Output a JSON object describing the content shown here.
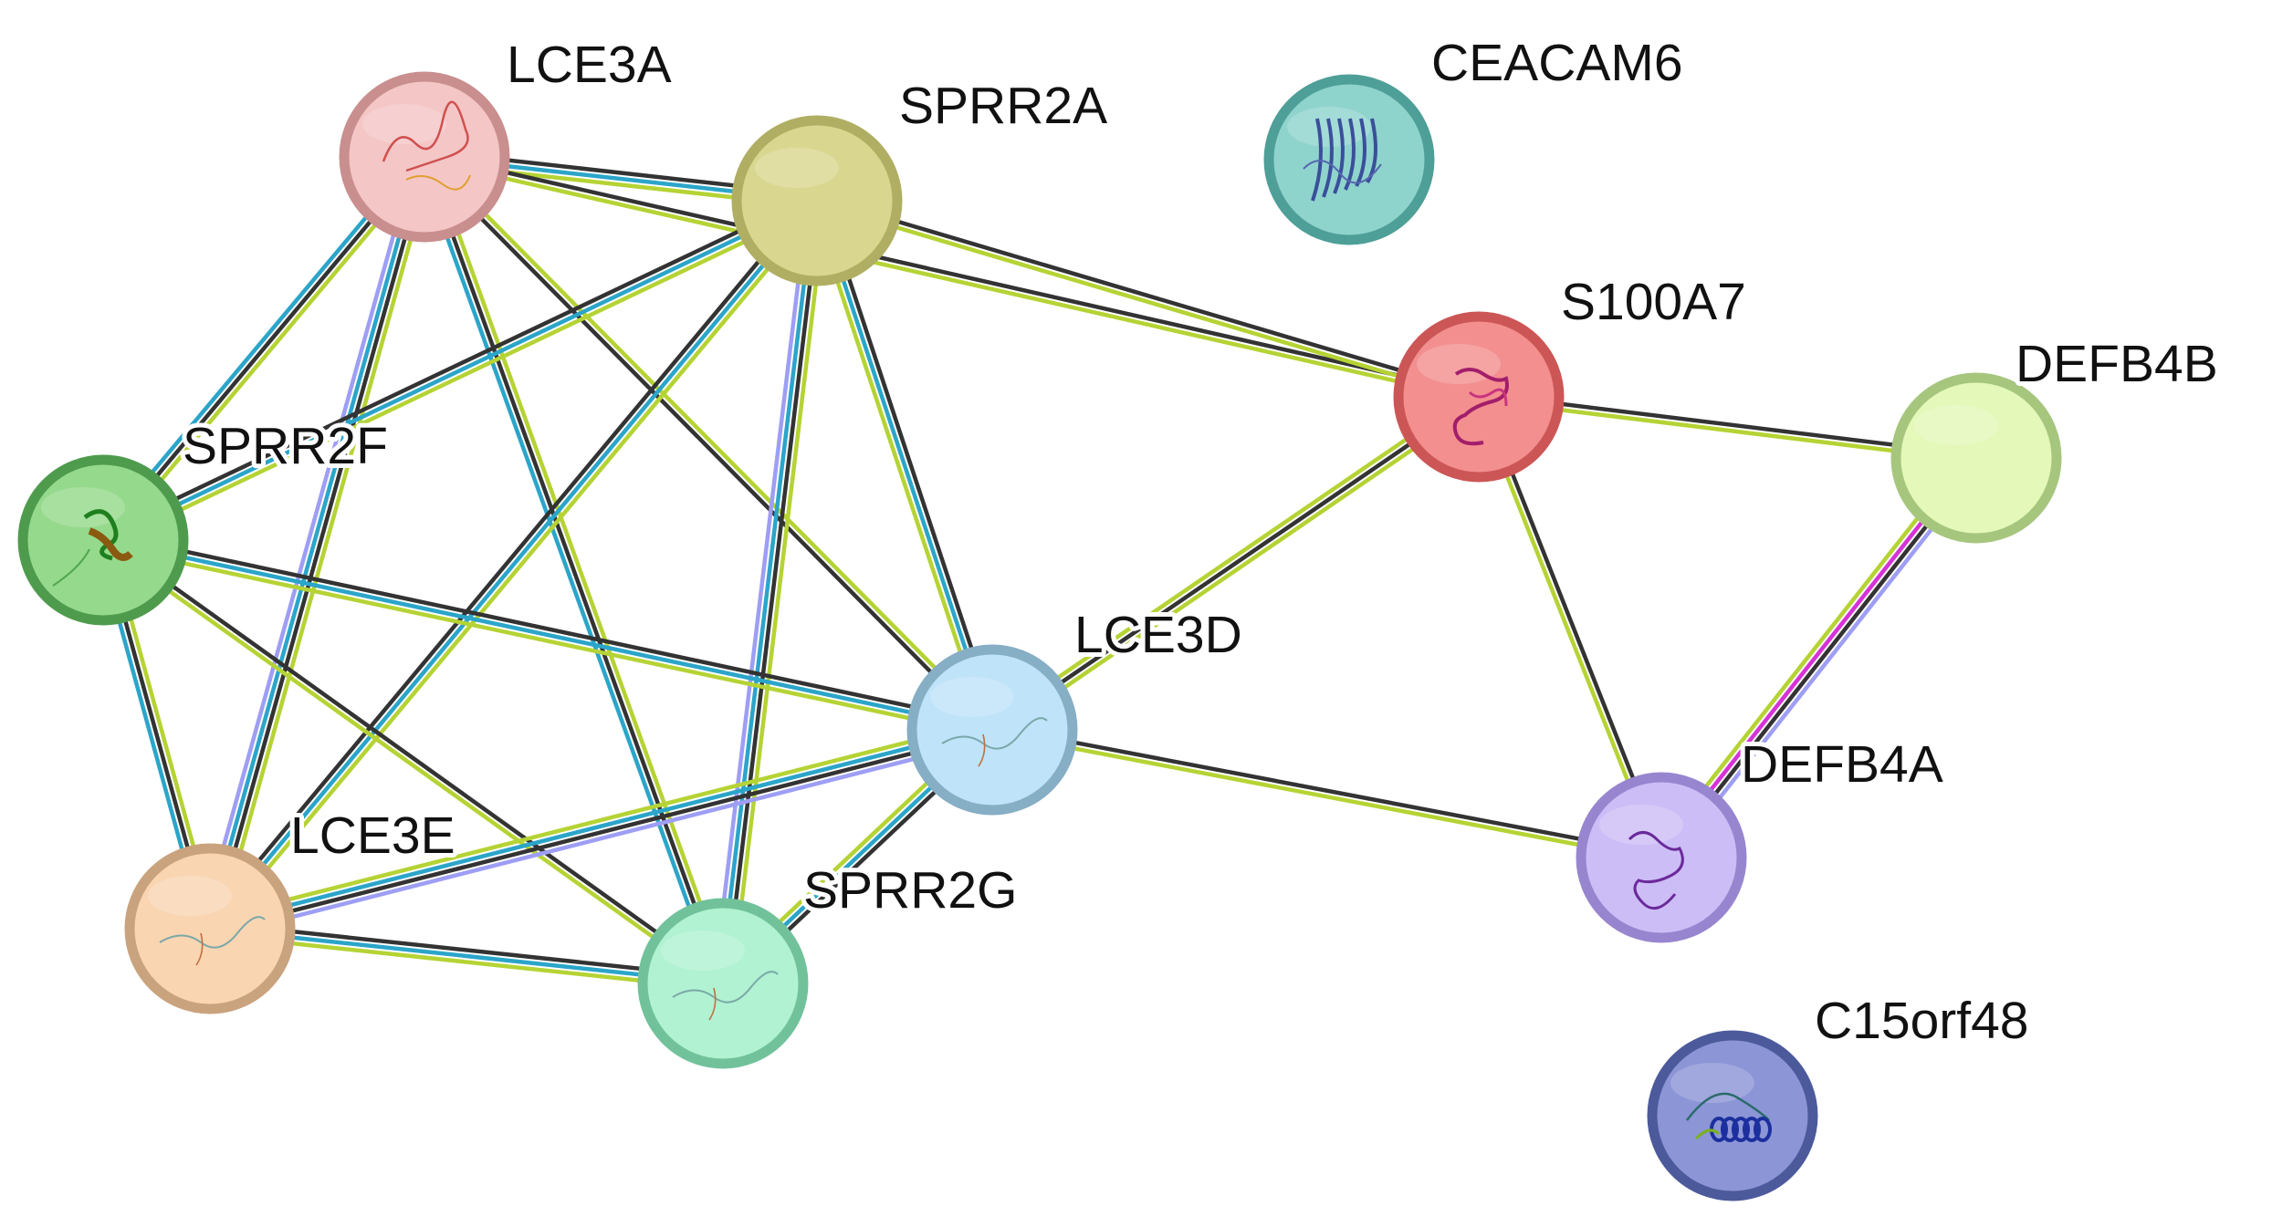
{
  "nodes": [
    {
      "id": "LCE3A",
      "label": "LCE3A",
      "fill": "#f4c6c6",
      "stroke": "#c98e8e",
      "structure": "coil-red"
    },
    {
      "id": "SPRR2A",
      "label": "SPRR2A",
      "fill": "#d9d78f",
      "stroke": "#b0ae62",
      "structure": "none"
    },
    {
      "id": "CEACAM6",
      "label": "CEACAM6",
      "fill": "#8fd3cd",
      "stroke": "#4e9f98",
      "structure": "sheet-blue"
    },
    {
      "id": "S100A7",
      "label": "S100A7",
      "fill": "#f38f8f",
      "stroke": "#cc5656",
      "structure": "helix-magenta"
    },
    {
      "id": "DEFB4B",
      "label": "DEFB4B",
      "fill": "#e3f8b9",
      "stroke": "#a6c67e",
      "structure": "none"
    },
    {
      "id": "SPRR2F",
      "label": "SPRR2F",
      "fill": "#95d98c",
      "stroke": "#4f9b4d",
      "structure": "fold-green"
    },
    {
      "id": "LCE3D",
      "label": "LCE3D",
      "fill": "#bfe3f8",
      "stroke": "#86aec4",
      "structure": "coil-thin"
    },
    {
      "id": "DEFB4A",
      "label": "DEFB4A",
      "fill": "#cdbdf6",
      "stroke": "#9885cf",
      "structure": "coil-purple"
    },
    {
      "id": "LCE3E",
      "label": "LCE3E",
      "fill": "#f9d5b2",
      "stroke": "#c9a37e",
      "structure": "coil-thin"
    },
    {
      "id": "SPRR2G",
      "label": "SPRR2G",
      "fill": "#b0f2d2",
      "stroke": "#71c29b",
      "structure": "coil-thin"
    },
    {
      "id": "C15orf48",
      "label": "C15orf48",
      "fill": "#8c95d6",
      "stroke": "#4c5a9c",
      "structure": "helix-blue"
    }
  ],
  "edge_colors": {
    "coexpression": "#333333",
    "textmining": "#b5d334",
    "database": "#2ba5c9",
    "experiments": "#9e9ef5",
    "homology": "#d633d6"
  },
  "edges": [
    {
      "from": "LCE3A",
      "to": "SPRR2A",
      "types": [
        "coexpression",
        "database",
        "textmining"
      ]
    },
    {
      "from": "LCE3A",
      "to": "S100A7",
      "types": [
        "coexpression",
        "textmining"
      ]
    },
    {
      "from": "LCE3A",
      "to": "SPRR2F",
      "types": [
        "textmining",
        "coexpression",
        "database"
      ]
    },
    {
      "from": "LCE3A",
      "to": "LCE3E",
      "types": [
        "textmining",
        "coexpression",
        "database",
        "experiments"
      ]
    },
    {
      "from": "LCE3A",
      "to": "LCE3D",
      "types": [
        "textmining",
        "coexpression"
      ]
    },
    {
      "from": "LCE3A",
      "to": "SPRR2G",
      "types": [
        "textmining",
        "coexpression",
        "database"
      ]
    },
    {
      "from": "SPRR2A",
      "to": "S100A7",
      "types": [
        "coexpression",
        "textmining"
      ]
    },
    {
      "from": "SPRR2A",
      "to": "SPRR2F",
      "types": [
        "textmining",
        "database",
        "coexpression"
      ]
    },
    {
      "from": "SPRR2A",
      "to": "LCE3E",
      "types": [
        "textmining",
        "database",
        "coexpression"
      ]
    },
    {
      "from": "SPRR2A",
      "to": "LCE3D",
      "types": [
        "coexpression",
        "database",
        "textmining"
      ]
    },
    {
      "from": "SPRR2A",
      "to": "SPRR2G",
      "types": [
        "textmining",
        "coexpression",
        "database",
        "experiments"
      ]
    },
    {
      "from": "SPRR2F",
      "to": "LCE3E",
      "types": [
        "textmining",
        "coexpression",
        "database"
      ]
    },
    {
      "from": "SPRR2F",
      "to": "LCE3D",
      "types": [
        "coexpression",
        "database",
        "textmining"
      ]
    },
    {
      "from": "SPRR2F",
      "to": "SPRR2G",
      "types": [
        "coexpression",
        "textmining"
      ]
    },
    {
      "from": "LCE3E",
      "to": "LCE3D",
      "types": [
        "textmining",
        "database",
        "coexpression",
        "experiments"
      ]
    },
    {
      "from": "LCE3E",
      "to": "SPRR2G",
      "types": [
        "coexpression",
        "database",
        "textmining"
      ]
    },
    {
      "from": "LCE3D",
      "to": "SPRR2G",
      "types": [
        "coexpression",
        "database",
        "textmining"
      ]
    },
    {
      "from": "LCE3D",
      "to": "S100A7",
      "types": [
        "textmining",
        "coexpression",
        "textmining"
      ]
    },
    {
      "from": "LCE3D",
      "to": "DEFB4A",
      "types": [
        "coexpression",
        "textmining"
      ]
    },
    {
      "from": "S100A7",
      "to": "DEFB4B",
      "types": [
        "coexpression",
        "textmining"
      ]
    },
    {
      "from": "S100A7",
      "to": "DEFB4A",
      "types": [
        "coexpression",
        "textmining"
      ]
    },
    {
      "from": "DEFB4B",
      "to": "DEFB4A",
      "types": [
        "experiments",
        "coexpression",
        "homology",
        "textmining"
      ]
    }
  ]
}
